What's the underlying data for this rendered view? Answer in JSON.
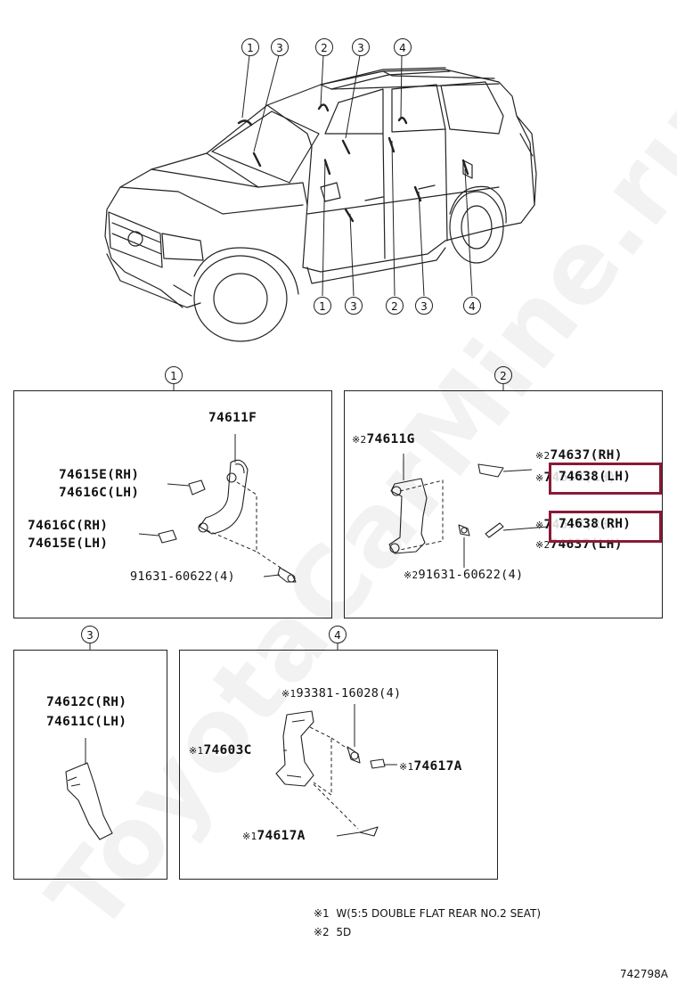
{
  "callouts": {
    "c1": "1",
    "c2": "2",
    "c3": "3",
    "c4": "4"
  },
  "panel1": {
    "p1": "74611F",
    "p2": "74615E(RH)",
    "p3": "74616C(LH)",
    "p4": "74616C(RH)",
    "p5": "74615E(LH)",
    "p6": "91631-60622(4)"
  },
  "panel2": {
    "mark": "※2",
    "mark_partial": "※",
    "p1": "74611G",
    "p2": "74637(RH)",
    "p3": "74638(LH)",
    "p4": "74638(RH)",
    "p5": "74637(LH)",
    "p6": "91631-60622(4)"
  },
  "panel3": {
    "p1": "74612C(RH)",
    "p2": "74611C(LH)"
  },
  "panel4": {
    "mark": "※1",
    "p1": "93381-16028(4)",
    "p2": "74603C",
    "p3": "74617A",
    "p4": "74617A"
  },
  "notes": {
    "n1_mark": "※1",
    "n1_text": "W(5:5 DOUBLE FLAT REAR NO.2 SEAT)",
    "n2_mark": "※2",
    "n2_text": "5D"
  },
  "diagram_id": "742798A",
  "watermark": "ToyotaCarMine.ru",
  "highlight_color": "#8a1a36"
}
